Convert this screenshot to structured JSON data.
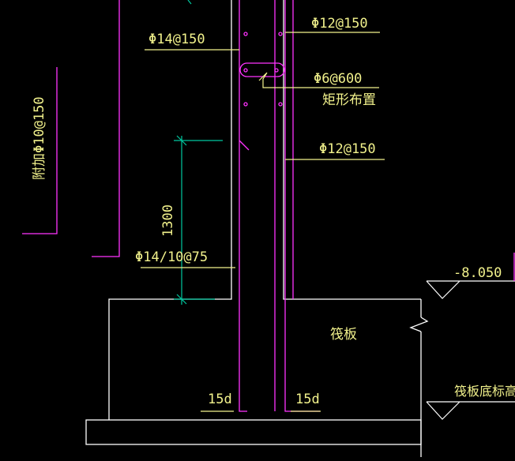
{
  "colors": {
    "background": "#000000",
    "rebar_line": "#ff33ff",
    "leader_line": "#f2f28c",
    "concrete_outline": "#ffffff",
    "dimension_line": "#00c8a0"
  },
  "annotations": {
    "rebar_top_right": "Φ12@150",
    "rebar_left_upper": "Φ14@150",
    "stirrup_spec": "Φ6@600",
    "stirrup_layout": "矩形布置",
    "rebar_mid_right": "Φ12@150",
    "additional_rebar": "附加Φ10@150",
    "dimension_value": "1300",
    "rebar_lower_left": "Φ14/10@75",
    "anchorage_left": "15d",
    "anchorage_right": "15d",
    "raft_label": "筏板"
  },
  "elevations": {
    "top_elevation": "-8.050",
    "raft_bottom_elevation": "筏板底标高"
  }
}
